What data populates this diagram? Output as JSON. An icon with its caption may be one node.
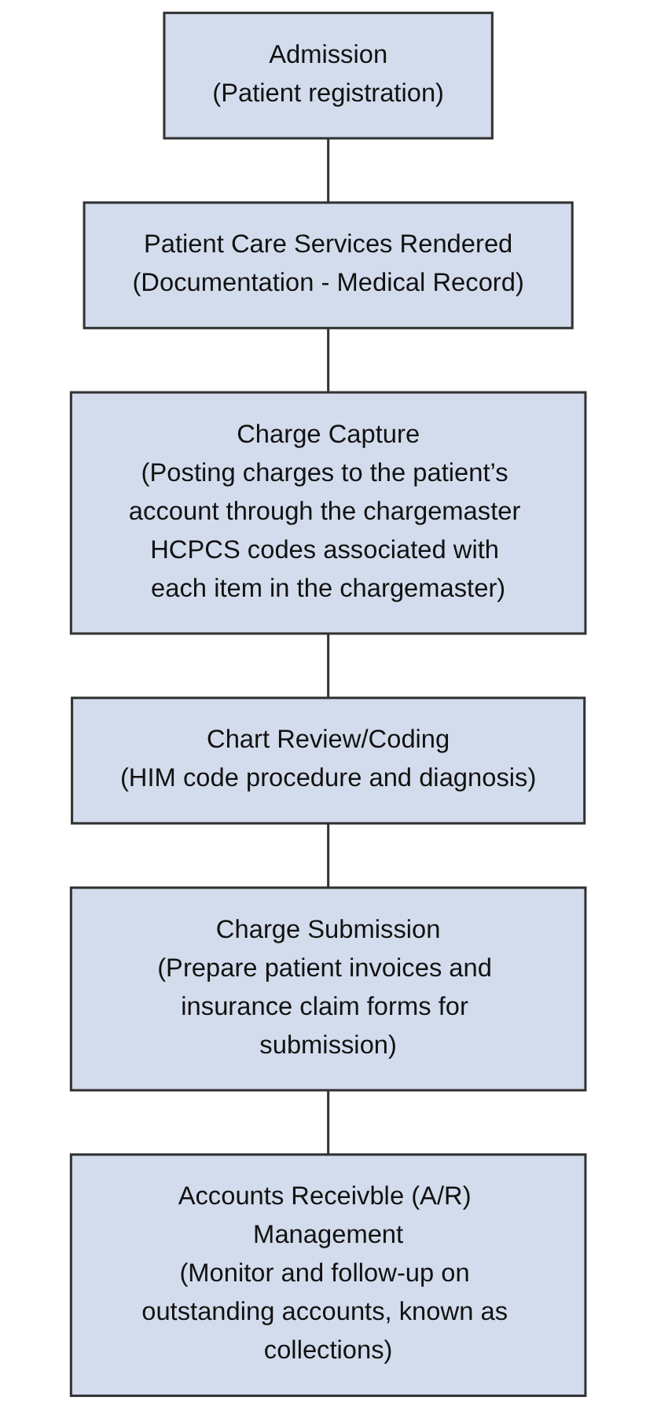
{
  "diagram": {
    "nodes": [
      {
        "text": [
          "Admission",
          "(Patient registration)"
        ]
      },
      {
        "text": [
          "Patient Care Services Rendered",
          "(Documentation - Medical Record)"
        ]
      },
      {
        "text": [
          "Charge Capture",
          "(Posting charges to the patient’s account through the chargemaster HCPCS codes associated with each item in the chargemaster)"
        ]
      },
      {
        "text": [
          "Chart Review/Coding",
          "(HIM code procedure and diagnosis)"
        ]
      },
      {
        "text": [
          "Charge Submission",
          "(Prepare patient invoices and insurance claim forms for submission)"
        ]
      },
      {
        "text": [
          "Accounts Receivble (A/R) Management",
          "(Monitor and follow-up on outstanding accounts, known as collections)"
        ]
      }
    ],
    "edges": [
      {
        "from": 0,
        "to": 1,
        "arrow": "none"
      },
      {
        "from": 1,
        "to": 2,
        "arrow": "none"
      },
      {
        "from": 2,
        "to": 3,
        "arrow": "none"
      },
      {
        "from": 3,
        "to": 4,
        "arrow": "none"
      },
      {
        "from": 4,
        "to": 5,
        "arrow": "none"
      }
    ]
  }
}
